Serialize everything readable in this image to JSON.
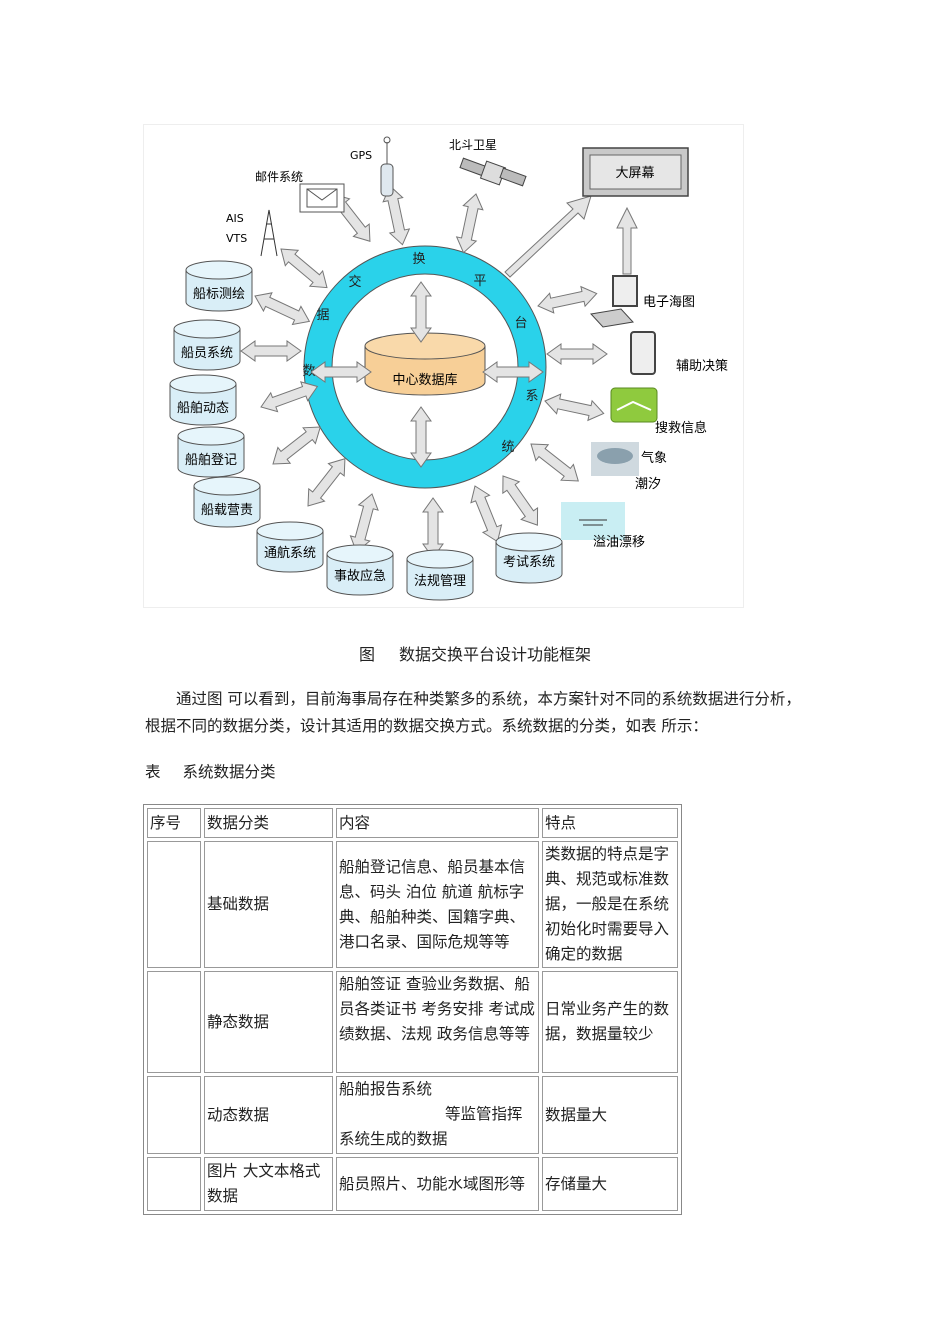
{
  "diagram": {
    "center": "中心数据库",
    "ring_chars": [
      "数",
      "据",
      "交",
      "换",
      "平",
      "台",
      "系",
      "统"
    ],
    "big_screen": "大屏幕",
    "gps": "GPS",
    "beidou": "北斗卫星",
    "mail": "邮件系统",
    "ais": "AIS",
    "vts": "VTS",
    "left_dbs": [
      "船标测绘",
      "船员系统",
      "船舶动态",
      "船舶登记",
      "船载营责"
    ],
    "bottom_dbs": [
      "通航系统",
      "事故应急",
      "法规管理",
      "考试系统"
    ],
    "right": {
      "chart": "电子海图",
      "decision": "辅助决策",
      "sar": "搜救信息",
      "weather1": "气象",
      "weather2": "潮汐",
      "oil": "溢油漂移"
    }
  },
  "caption": {
    "prefix": "图",
    "text": "数据交换平台设计功能框架"
  },
  "paragraph": "通过图 可以看到，目前海事局存在种类繁多的系统，本方案针对不同的系统数据进行分析，根据不同的数据分类，设计其适用的数据交换方式。系统数据的分类，如表 所示：",
  "table_title": {
    "prefix": "表",
    "text": "系统数据分类"
  },
  "table": {
    "headers": [
      "序号",
      "数据分类",
      "内容",
      "特点"
    ],
    "rows": [
      {
        "no": "",
        "cat": "基础数据",
        "content": "船舶登记信息、船员基本信息、码头 泊位 航道 航标字典、船舶种类、国籍字典、港口名录、国际危规等等",
        "feature": "类数据的特点是字典、规范或标准数据，一般是在系统初始化时需要导入确定的数据"
      },
      {
        "no": "",
        "cat": "静态数据",
        "content": "船舶签证 查验业务数据、船员各类证书 考务安排 考试成绩数据、法规 政务信息等等",
        "feature": "日常业务产生的数据，数据量较少"
      },
      {
        "no": "",
        "cat": "动态数据",
        "content1": "船舶报告系统",
        "content2": "等监管指挥",
        "content3": "系统生成的数据",
        "feature": "数据量大"
      },
      {
        "no": "",
        "cat": "图片 大文本格式数据",
        "content": "船员照片、功能水域图形等",
        "feature": "存储量大"
      }
    ]
  }
}
